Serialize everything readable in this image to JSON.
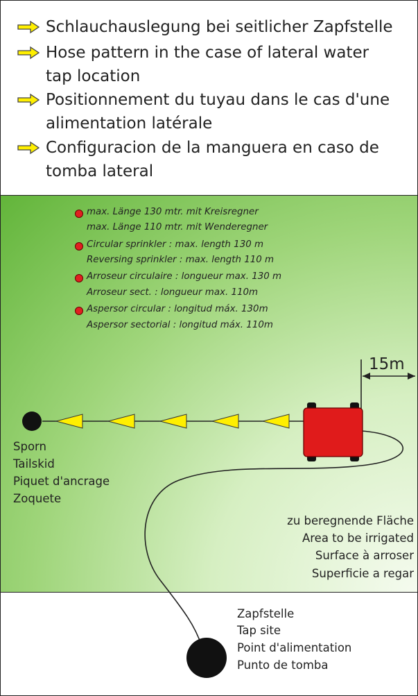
{
  "headings": [
    [
      "Schlauchauslegung bei seitlicher Zapfstelle"
    ],
    [
      "Hose pattern in the case of lateral water",
      "tap location"
    ],
    [
      "Positionnement du tuyau dans le cas d'une",
      "alimentation latérale"
    ],
    [
      "Configuracion de la manguera en caso de",
      "tomba lateral"
    ]
  ],
  "notes": [
    {
      "line1": "max. Länge 130 mtr. mit Kreisregner",
      "line2": "max. Länge 110 mtr. mit Wenderegner"
    },
    {
      "line1": "Circular sprinkler : max. length 130 m",
      "line2": "Reversing sprinkler : max. length 110 m"
    },
    {
      "line1": "Arroseur circulaire : longueur max. 130 m",
      "line2": "Arroseur sect. : longueur max. 110m"
    },
    {
      "line1": "Aspersor circular : longitud máx. 130m",
      "line2": "Aspersor sectorial : longitud máx. 110m"
    }
  ],
  "dimension": "15m",
  "anchor_labels": [
    "Sporn",
    "Tailskid",
    "Piquet d'ancrage",
    "Zoquete"
  ],
  "area_labels": [
    "zu beregnende Fläche",
    "Area to be irrigated",
    "Surface à arroser",
    "Superficie a regar"
  ],
  "tap_labels": [
    "Zapfstelle",
    "Tap site",
    "Point d'alimentation",
    "Punto de tomba"
  ],
  "colors": {
    "arrow_fill": "#ffef00",
    "note_dot": "#e02020",
    "machine": "#e01b1b",
    "green_dark": "#62b53a"
  }
}
